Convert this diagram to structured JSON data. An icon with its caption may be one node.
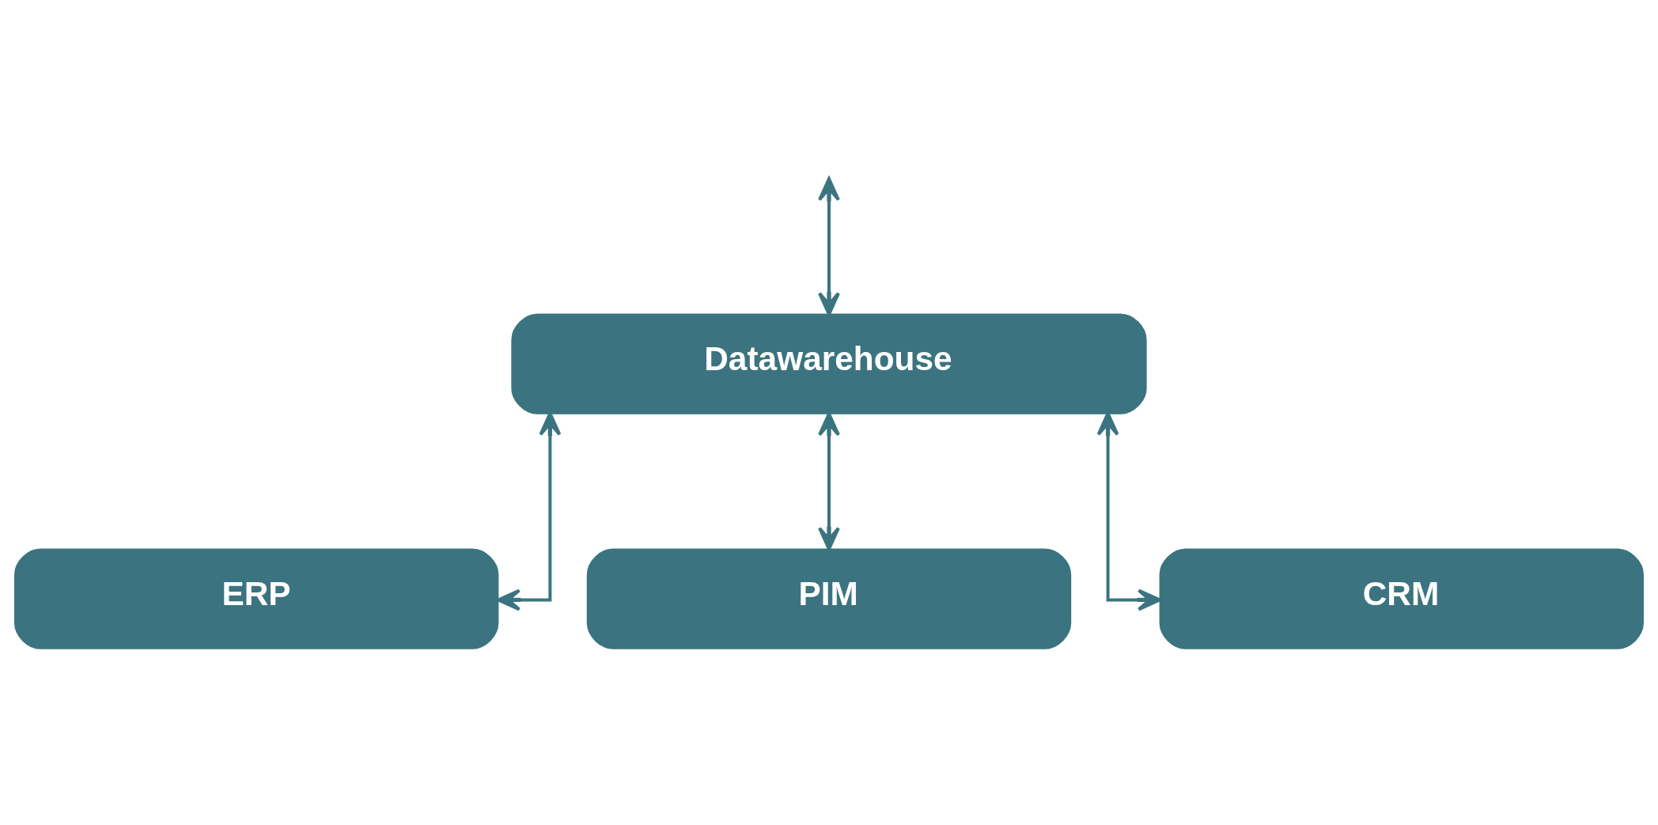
{
  "diagram": {
    "nodes": [
      {
        "text": [
          "Datawarehouse"
        ]
      },
      {
        "text": [
          "ERP"
        ]
      },
      {
        "text": [
          "PIM"
        ]
      },
      {
        "text": [
          "CRM"
        ]
      }
    ],
    "edges": [
      {
        "from": null,
        "to": 0,
        "arrow": "both"
      },
      {
        "from": 0,
        "to": 1,
        "arrow": "both"
      },
      {
        "from": 0,
        "to": 2,
        "arrow": "both"
      },
      {
        "from": 0,
        "to": 3,
        "arrow": "both"
      }
    ]
  }
}
